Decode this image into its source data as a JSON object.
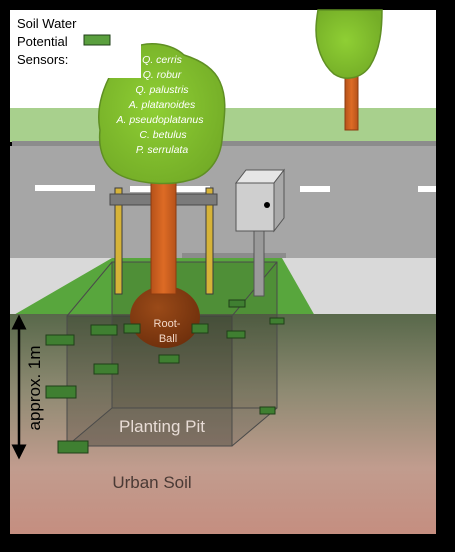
{
  "legend": {
    "line1": "Soil Water",
    "line2": "Potential",
    "line3": "Sensors:"
  },
  "species": [
    "Q. cerris",
    "Q. robur",
    "Q. palustris",
    "A. platanoides",
    "A. pseudoplatanus",
    "C. betulus",
    "P. serrulata"
  ],
  "labels": {
    "root_ball_line1": "Root-",
    "root_ball_line2": "Ball",
    "depth": "approx. 1m",
    "planting_pit": "Planting Pit",
    "urban_soil": "Urban Soil"
  },
  "colors": {
    "background": "#000000",
    "sky": "#ffffff",
    "grass": "#9ccc7c",
    "road": "#a6a6a6",
    "soil_top": "#5b6a4a",
    "soil_bottom": "#c9968a",
    "canopy": "#8cc63f",
    "trunk": "#d0601f",
    "sensor": "#3f7f31",
    "pole_yellow": "#d6b338",
    "box_gray": "#cfcfcf"
  }
}
